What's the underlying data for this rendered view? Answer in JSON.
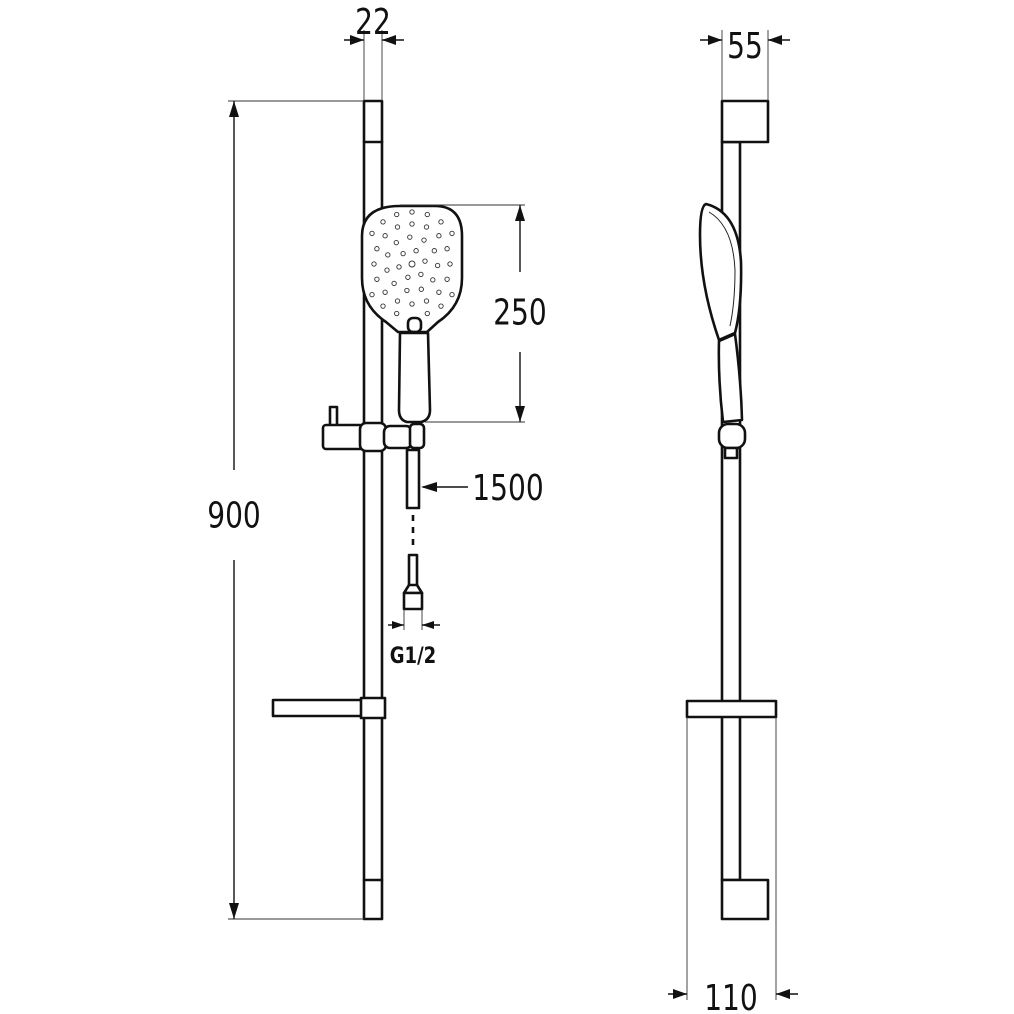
{
  "dimensions": {
    "rail_width": "22",
    "bracket_depth": "55",
    "rail_height": "900",
    "handshower_height": "250",
    "hose_length": "1500",
    "connection_thread": "G1/2",
    "overall_depth": "110"
  }
}
